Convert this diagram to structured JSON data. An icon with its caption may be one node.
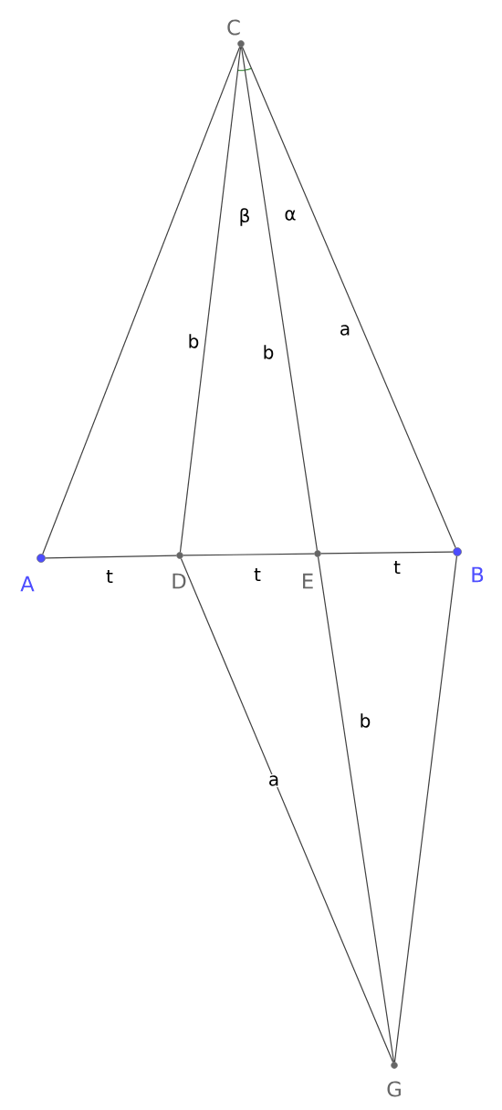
{
  "diagram": {
    "nodes": [
      {
        "text": [],
        "shape": "circle",
        "beside": [
          "C"
        ]
      },
      {
        "text": [],
        "shape": "circle",
        "beside": [
          "A"
        ]
      },
      {
        "text": [],
        "shape": "circle",
        "beside": [
          "D"
        ]
      },
      {
        "text": [],
        "shape": "circle",
        "beside": [
          "E"
        ]
      },
      {
        "text": [],
        "shape": "circle",
        "beside": [
          "B"
        ]
      },
      {
        "text": [],
        "shape": "circle",
        "beside": [
          "G"
        ]
      }
    ],
    "edges": [
      {
        "from": 0,
        "to": 1,
        "arrow": "none"
      },
      {
        "from": 0,
        "to": 2,
        "arrow": "none",
        "label": "b"
      },
      {
        "from": 0,
        "to": 3,
        "arrow": "none",
        "label": "b"
      },
      {
        "from": 0,
        "to": 4,
        "arrow": "none",
        "label": "a"
      },
      {
        "from": 1,
        "to": 2,
        "arrow": "none",
        "label": "t"
      },
      {
        "from": 2,
        "to": 3,
        "arrow": "none",
        "label": "t"
      },
      {
        "from": 3,
        "to": 4,
        "arrow": "none",
        "label": "t"
      },
      {
        "from": 2,
        "to": 5,
        "arrow": "none",
        "label": "a"
      },
      {
        "from": 3,
        "to": 5,
        "arrow": "none",
        "label": "b"
      },
      {
        "from": 4,
        "to": 5,
        "arrow": "none"
      }
    ],
    "labels": [
      "β",
      "α"
    ]
  }
}
